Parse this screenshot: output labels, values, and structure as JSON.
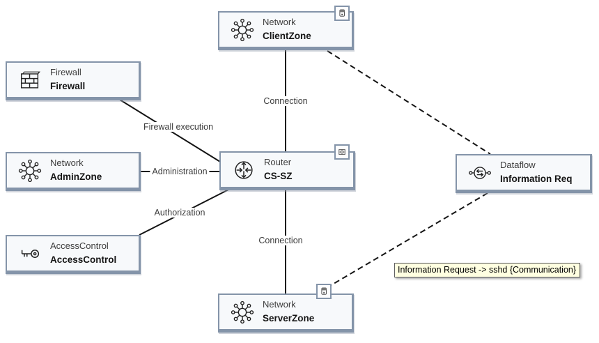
{
  "nodes": [
    {
      "type": "Network",
      "name": "ClientZone"
    },
    {
      "type": "Firewall",
      "name": "Firewall"
    },
    {
      "type": "Network",
      "name": "AdminZone"
    },
    {
      "type": "AccessControl",
      "name": "AccessControl"
    },
    {
      "type": "Router",
      "name": "CS-SZ"
    },
    {
      "type": "Dataflow",
      "name": "Information Req"
    },
    {
      "type": "Network",
      "name": "ServerZone"
    }
  ],
  "edges": [
    {
      "label": "Connection",
      "style": "solid",
      "from": "ClientZone",
      "to": "CS-SZ"
    },
    {
      "label": "Firewall execution",
      "style": "solid",
      "from": "Firewall",
      "to": "CS-SZ"
    },
    {
      "label": "Administration",
      "style": "solid",
      "from": "AdminZone",
      "to": "CS-SZ"
    },
    {
      "label": "Authorization",
      "style": "solid",
      "from": "AccessControl",
      "to": "CS-SZ"
    },
    {
      "label": "Connection",
      "style": "solid",
      "from": "CS-SZ",
      "to": "ServerZone"
    },
    {
      "label": "",
      "style": "dashed",
      "from": "ClientZone",
      "to": "Information Req"
    },
    {
      "label": "",
      "style": "dashed",
      "from": "Information Req",
      "to": "ServerZone"
    }
  ],
  "tooltip": {
    "text": "Information Request -> sshd {Communication}",
    "bg": "#ffffe1"
  },
  "icons": {
    "network": "network-icon",
    "firewall": "firewall-icon",
    "key": "key-icon",
    "router": "router-icon",
    "dataflow": "dataflow-icon",
    "device_badge": "device-badge-icon",
    "brick_badge": "brick-badge-icon"
  },
  "colors": {
    "node_border": "#8494a9",
    "node_fill": "#f7f9fb",
    "edge": "#141414",
    "label_text": "#3b3b3b",
    "tooltip_bg": "#ffffe1",
    "tooltip_border": "#5f5f5f"
  }
}
